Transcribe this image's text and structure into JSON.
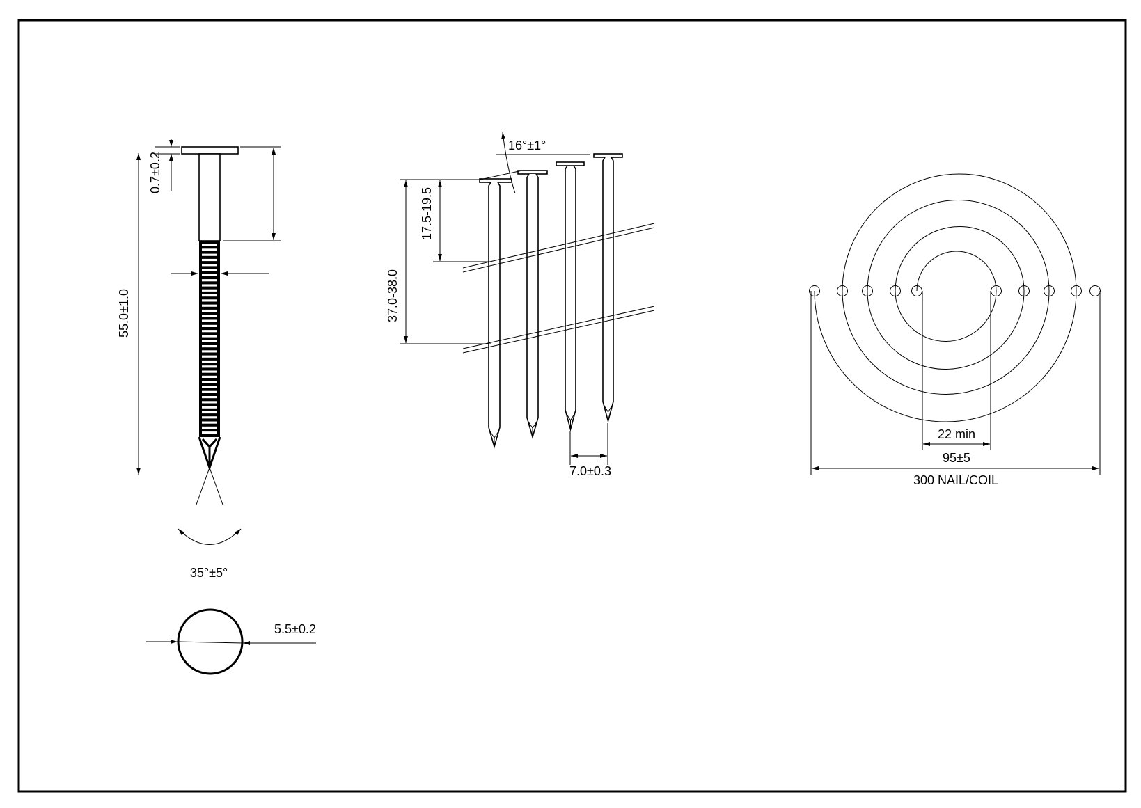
{
  "single_nail": {
    "overall_length": "55.0±1.0",
    "head_thickness": "0.7±0.2",
    "point_angle": "35°±5°",
    "head_diameter": "5.5±0.2"
  },
  "collated_nails": {
    "collation_angle": "16°±1°",
    "wire_spacing_upper": "17.5-19.5",
    "wire_spacing_lower": "37.0-38.0",
    "nail_pitch": "7.0±0.3"
  },
  "coil": {
    "inner_diameter": "22 min",
    "outer_diameter": "95±5",
    "count": "300 NAIL/COIL"
  },
  "colors": {
    "line": "#000000",
    "background": "#ffffff"
  }
}
